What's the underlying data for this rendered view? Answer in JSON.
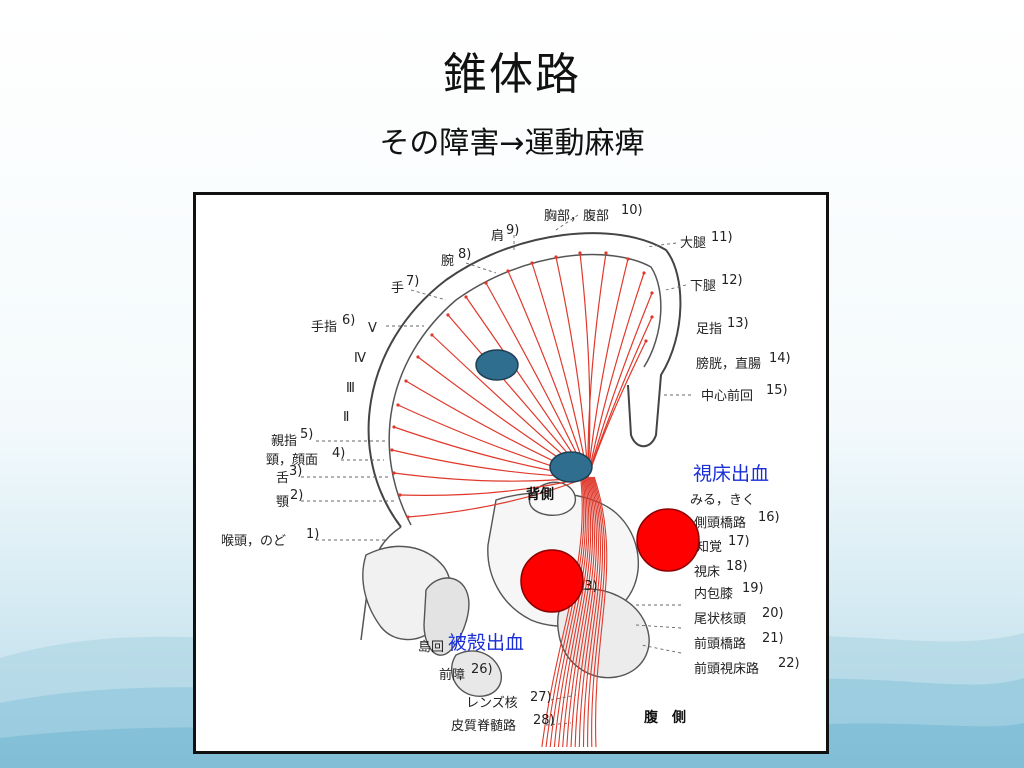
{
  "slide": {
    "title": "錐体路",
    "subtitle": "その障害→運動麻痺"
  },
  "figure": {
    "labels_top": {
      "chest_abdomen": "胸部，腹部",
      "chest_abdomen_ref": "10)",
      "shoulder": "肩",
      "shoulder_ref": "9)",
      "arm": "腕",
      "arm_ref": "8)",
      "hand": "手",
      "hand_ref": "7)",
      "finger": "手指",
      "finger_ref": "6)",
      "thigh": "大腿",
      "thigh_ref": "11)",
      "lower_leg": "下腿",
      "lower_leg_ref": "12)",
      "toe": "足指",
      "toe_ref": "13)",
      "bladder": "膀胱，直腸",
      "bladder_ref": "14)",
      "precentral": "中心前回",
      "precentral_ref": "15)"
    },
    "roman": [
      "V",
      "Ⅳ",
      "Ⅲ",
      "Ⅱ"
    ],
    "labels_left": {
      "thumb": "親指",
      "thumb_ref": "5)",
      "neck_face": "頸，顔面",
      "neck_face_ref": "4)",
      "tongue": "舌",
      "tongue_ref": "3)",
      "jaw": "顎",
      "jaw_ref": "2)",
      "larynx": "喉頭，のど",
      "larynx_ref": "1)"
    },
    "labels_right": {
      "see_hear": "みる，きく",
      "lat_pons": "側頭橋路",
      "lat_pons_ref": "16)",
      "perception": "知覚",
      "perception_ref": "17)",
      "thalamus": "視床",
      "thalamus_ref": "18)",
      "internal_genu": "内包膝",
      "internal_genu_ref": "19)",
      "caudate": "尾状核頭",
      "caudate_ref": "20)",
      "front_pons": "前頭橋路",
      "front_pons_ref": "21)",
      "front_thal": "前頭視床路",
      "front_thal_ref": "22)"
    },
    "labels_bottom": {
      "insula": "島回",
      "claustrum": "前障",
      "claustrum_ref": "26)",
      "lentiform": "レンズ核",
      "lentiform_ref": "27)",
      "corticospinal": "皮質脊髄路",
      "corticospinal_ref": "28)",
      "inner_ref": "23)"
    },
    "orientation": {
      "dorsal": "背側",
      "ventral": "腹　側"
    },
    "annotations": {
      "thalamic_hemorrhage": "視床出血",
      "putaminal_hemorrhage": "被殻出血"
    },
    "colors": {
      "tract": "#e0392b",
      "hemorrhage": "#ff0000",
      "lesion_marker": "#2f6e8e",
      "annotation_text": "#1a2fd8"
    }
  }
}
